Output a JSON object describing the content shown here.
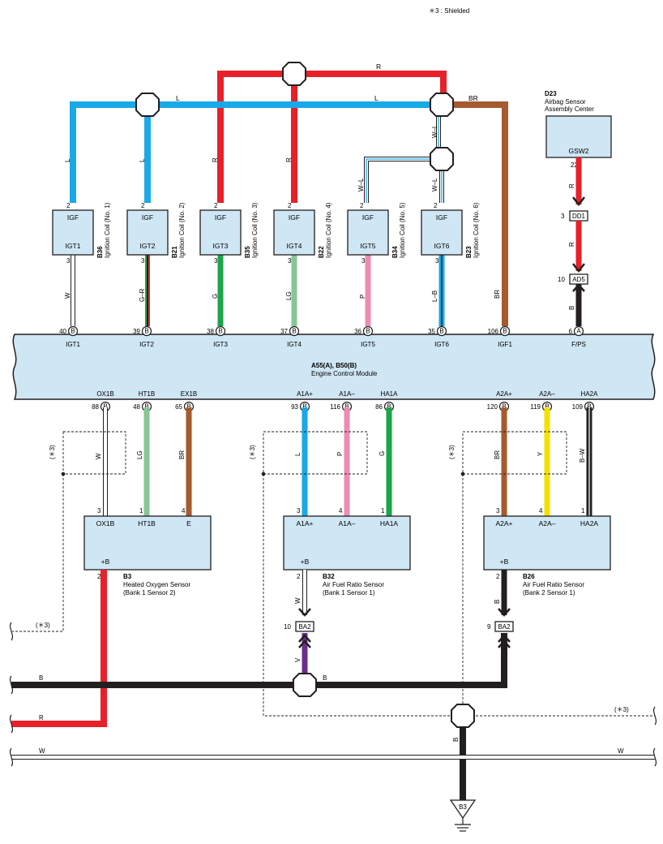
{
  "note": "＊3 : Shielded",
  "ecm": {
    "code": "A55(A), B50(B)",
    "name": "Engine Control Module",
    "top_pins": [
      {
        "num": "40",
        "conn": "B",
        "label": "IGT1"
      },
      {
        "num": "39",
        "conn": "B",
        "label": "IGT2"
      },
      {
        "num": "38",
        "conn": "B",
        "label": "IGT3"
      },
      {
        "num": "37",
        "conn": "B",
        "label": "IGT4"
      },
      {
        "num": "36",
        "conn": "B",
        "label": "IGT5"
      },
      {
        "num": "35",
        "conn": "B",
        "label": "IGT6"
      },
      {
        "num": "106",
        "conn": "B",
        "label": "IGF1"
      },
      {
        "num": "6",
        "conn": "A",
        "label": "F/PS"
      }
    ],
    "bottom_pins": [
      {
        "num": "88",
        "conn": "B",
        "label": "OX1B"
      },
      {
        "num": "48",
        "conn": "B",
        "label": "HT1B"
      },
      {
        "num": "65",
        "conn": "B",
        "label": "EX1B"
      },
      {
        "num": "93",
        "conn": "B",
        "label": "A1A+"
      },
      {
        "num": "116",
        "conn": "B",
        "label": "A1A–"
      },
      {
        "num": "86",
        "conn": "B",
        "label": "HA1A"
      },
      {
        "num": "120",
        "conn": "B",
        "label": "A2A+"
      },
      {
        "num": "119",
        "conn": "B",
        "label": "A2A–"
      },
      {
        "num": "109",
        "conn": "B",
        "label": "HA2A"
      }
    ]
  },
  "coils": [
    {
      "code": "B36",
      "name": "Ignition Coil (No. 1)",
      "top": "IGF",
      "bottom": "IGT1",
      "pin_top": "2",
      "pin_bottom": "3",
      "wire_bottom": "W",
      "wire_top": "L"
    },
    {
      "code": "B21",
      "name": "Ignition Coil (No. 2)",
      "top": "IGF",
      "bottom": "IGT2",
      "pin_top": "2",
      "pin_bottom": "3",
      "wire_bottom": "G–R",
      "wire_top": "L"
    },
    {
      "code": "B35",
      "name": "Ignition Coil (No. 3)",
      "top": "IGF",
      "bottom": "IGT3",
      "pin_top": "2",
      "pin_bottom": "3",
      "wire_bottom": "G",
      "wire_top": "R"
    },
    {
      "code": "B22",
      "name": "Ignition Coil (No. 4)",
      "top": "IGF",
      "bottom": "IGT4",
      "pin_top": "2",
      "pin_bottom": "3",
      "wire_bottom": "LG",
      "wire_top": "R"
    },
    {
      "code": "B34",
      "name": "Ignition Coil (No. 5)",
      "top": "IGF",
      "bottom": "IGT5",
      "pin_top": "2",
      "pin_bottom": "3",
      "wire_bottom": "P",
      "wire_top": "W–L"
    },
    {
      "code": "B23",
      "name": "Ignition Coil (No. 6)",
      "top": "IGF",
      "bottom": "IGT6",
      "pin_top": "2",
      "pin_bottom": "3",
      "wire_bottom": "L–B",
      "wire_top": "W–L"
    }
  ],
  "airbag": {
    "code": "D23",
    "name_line1": "Airbag Sensor",
    "name_line2": "Assembly Center",
    "terminal": "GSW2",
    "pin": "22",
    "wire": "R"
  },
  "junctions": {
    "dd1": "DD1",
    "dd1_pin": "3",
    "ad5": "AD5",
    "ad5_pin": "10",
    "ba2": "BA2",
    "ba2_pin_left": "10",
    "ba2_pin_right": "9"
  },
  "bus_labels": {
    "r": "R",
    "l": "L",
    "l2": "L",
    "br": "BR",
    "wl": "W–L",
    "br_down": "BR",
    "r_airbag2": "R",
    "b_fps": "B"
  },
  "sensors": [
    {
      "code": "B3",
      "name1": "Heated Oxygen Sensor",
      "name2": "(Bank 1 Sensor 2)",
      "terms": [
        "OX1B",
        "HT1B",
        "E"
      ],
      "pins": [
        "3",
        "1",
        "4"
      ],
      "plus": "+B",
      "plus_pin": "2",
      "wires": [
        "W",
        "LG",
        "BR"
      ],
      "shield": "(＊3)",
      "plus_wire": ""
    },
    {
      "code": "B32",
      "name1": "Air Fuel Ratio Sensor",
      "name2": "(Bank 1 Sensor 1)",
      "terms": [
        "A1A+",
        "A1A–",
        "HA1A"
      ],
      "pins": [
        "3",
        "4",
        "1"
      ],
      "plus": "+B",
      "plus_pin": "2",
      "wires": [
        "L",
        "P",
        "G"
      ],
      "shield": "(＊3)",
      "plus_wire": "W"
    },
    {
      "code": "B26",
      "name1": "Air Fuel Ratio Sensor",
      "name2": "(Bank 2 Sensor 1)",
      "terms": [
        "A2A+",
        "A2A–",
        "HA2A"
      ],
      "pins": [
        "3",
        "4",
        "1"
      ],
      "plus": "+B",
      "plus_pin": "2",
      "wires": [
        "BR",
        "Y",
        "B–W"
      ],
      "shield": "(＊3)",
      "plus_wire": "B"
    }
  ],
  "bottom": {
    "shield_left": "(＊3)",
    "shield_right": "(＊3)",
    "v_wire": "V",
    "b_left": "B",
    "b_mid": "B",
    "r_left": "R",
    "w_left": "W",
    "w_right": "W",
    "b_ground": "B",
    "ground": "B3"
  },
  "colors": {
    "ecm_fill": "#cfe6f4",
    "red": "#e8202a",
    "blue": "#19a9e6",
    "green": "#1aa64a",
    "lightgreen": "#86c795",
    "pink": "#ee8bb5",
    "brown": "#a55a2f",
    "yellow": "#f5e100",
    "purple": "#6b2d8c",
    "black": "#231f20"
  }
}
